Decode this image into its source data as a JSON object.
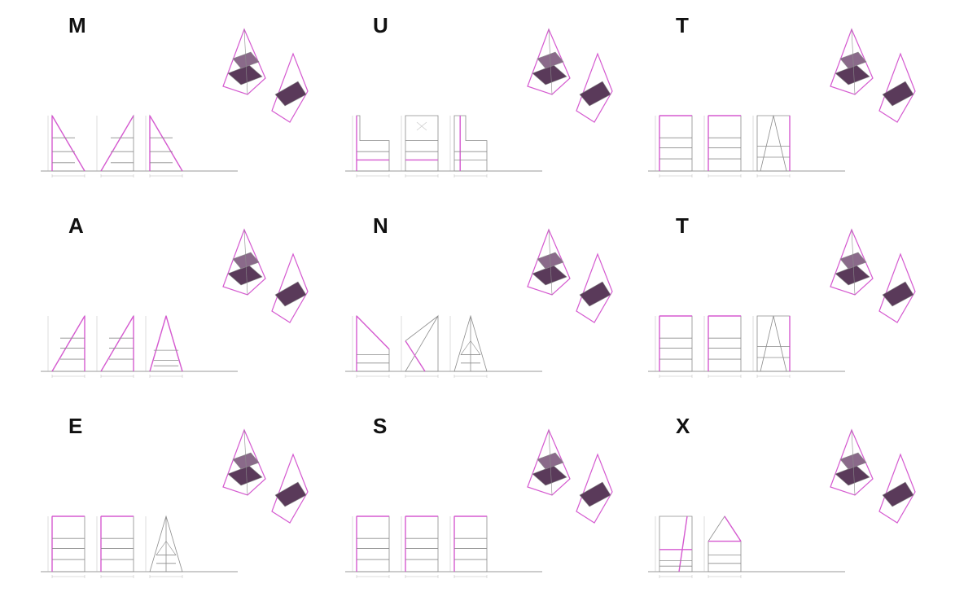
{
  "colors": {
    "accent": "#d55ad0",
    "line": "#8c8c8c",
    "ground": "#9a9a9a",
    "image": "#5a3a5a"
  },
  "panels": [
    {
      "letter": "M",
      "elevations": [
        "triangle-right",
        "triangle-left",
        "triangle-right"
      ]
    },
    {
      "letter": "U",
      "elevations": [
        "low-tall",
        "tall-x",
        "slim-tall"
      ]
    },
    {
      "letter": "T",
      "elevations": [
        "tall-rect",
        "tall-rect",
        "tall-a"
      ]
    },
    {
      "letter": "A",
      "elevations": [
        "triangle-half",
        "triangle-half",
        "triangle-full"
      ]
    },
    {
      "letter": "N",
      "elevations": [
        "right-slant",
        "left-slant",
        "triangle-frame"
      ]
    },
    {
      "letter": "T",
      "elevations": [
        "tall-rect",
        "tall-rect",
        "tall-a"
      ]
    },
    {
      "letter": "E",
      "elevations": [
        "tall-rect",
        "tall-rect",
        "triangle-frame"
      ]
    },
    {
      "letter": "S",
      "elevations": [
        "tall-rect",
        "tall-rect",
        "tall-rect"
      ]
    },
    {
      "letter": "X",
      "elevations": [
        "tall-rect-slant",
        "house",
        "none"
      ]
    }
  ]
}
